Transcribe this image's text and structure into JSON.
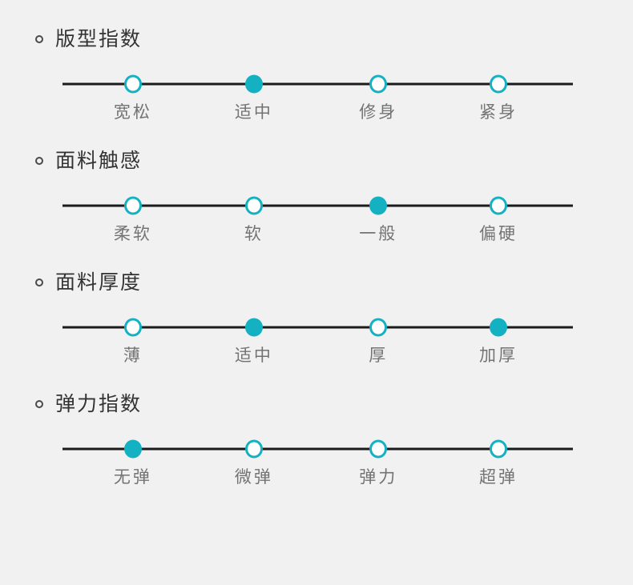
{
  "page": {
    "background_color": "#f1f1f1",
    "accent_color": "#13b1c2",
    "line_color": "#1b1b1b",
    "heading_color": "#333333",
    "label_color": "#737373"
  },
  "sections": [
    {
      "title": "版型指数",
      "options": [
        {
          "label": "宽松",
          "selected": false
        },
        {
          "label": "适中",
          "selected": true
        },
        {
          "label": "修身",
          "selected": false
        },
        {
          "label": "紧身",
          "selected": false
        }
      ]
    },
    {
      "title": "面料触感",
      "options": [
        {
          "label": "柔软",
          "selected": false
        },
        {
          "label": "软",
          "selected": false
        },
        {
          "label": "一般",
          "selected": true
        },
        {
          "label": "偏硬",
          "selected": false
        }
      ]
    },
    {
      "title": "面料厚度",
      "options": [
        {
          "label": "薄",
          "selected": false
        },
        {
          "label": "适中",
          "selected": true
        },
        {
          "label": "厚",
          "selected": false
        },
        {
          "label": "加厚",
          "selected": true
        }
      ]
    },
    {
      "title": "弹力指数",
      "options": [
        {
          "label": "无弹",
          "selected": true
        },
        {
          "label": "微弹",
          "selected": false
        },
        {
          "label": "弹力",
          "selected": false
        },
        {
          "label": "超弹",
          "selected": false
        }
      ]
    }
  ]
}
